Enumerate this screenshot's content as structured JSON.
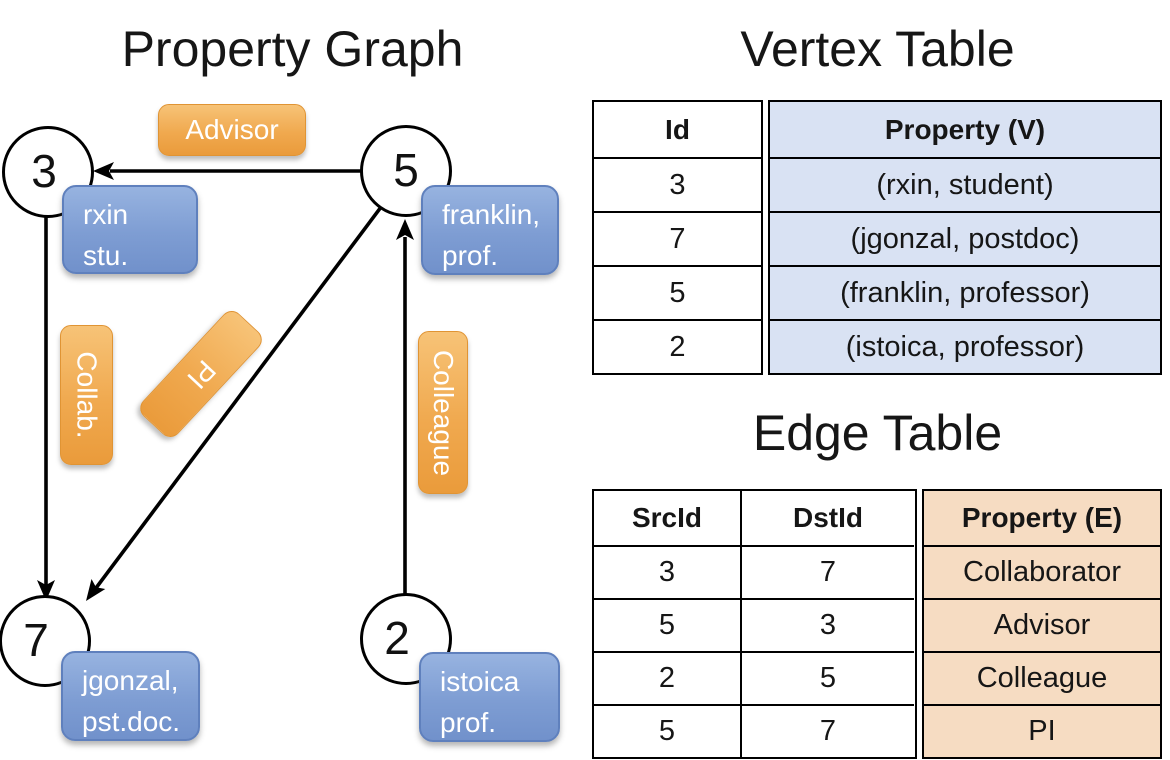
{
  "graph": {
    "title": "Property Graph",
    "nodes": [
      {
        "id": "3",
        "property": [
          "rxin",
          "stu."
        ]
      },
      {
        "id": "5",
        "property": [
          "franklin,",
          "prof."
        ]
      },
      {
        "id": "7",
        "property": [
          "jgonzal,",
          "pst.doc."
        ]
      },
      {
        "id": "2",
        "property": [
          "istoica",
          "prof."
        ]
      }
    ],
    "edges": [
      {
        "src": "5",
        "dst": "3",
        "label": "Advisor"
      },
      {
        "src": "3",
        "dst": "7",
        "label": "Collab."
      },
      {
        "src": "5",
        "dst": "7",
        "label": "PI"
      },
      {
        "src": "2",
        "dst": "5",
        "label": "Colleague"
      }
    ]
  },
  "vertex_table": {
    "title": "Vertex Table",
    "columns": [
      "Id",
      "Property (V)"
    ],
    "rows": [
      {
        "id": "3",
        "property": "(rxin, student)"
      },
      {
        "id": "7",
        "property": "(jgonzal, postdoc)"
      },
      {
        "id": "5",
        "property": "(franklin, professor)"
      },
      {
        "id": "2",
        "property": "(istoica, professor)"
      }
    ]
  },
  "edge_table": {
    "title": "Edge Table",
    "columns": [
      "SrcId",
      "DstId",
      "Property (E)"
    ],
    "rows": [
      {
        "src": "3",
        "dst": "7",
        "property": "Collaborator"
      },
      {
        "src": "5",
        "dst": "3",
        "property": "Advisor"
      },
      {
        "src": "2",
        "dst": "5",
        "property": "Colleague"
      },
      {
        "src": "5",
        "dst": "7",
        "property": "PI"
      }
    ]
  },
  "colors": {
    "vertex_property_fill": "#D9E2F3",
    "edge_property_fill": "#F6DCC2",
    "vertex_box_top": "#97B3E0",
    "vertex_box_bottom": "#7191CB",
    "edge_box_top": "#F7C377",
    "edge_box_bottom": "#EA9B3B",
    "line": "#000000"
  }
}
